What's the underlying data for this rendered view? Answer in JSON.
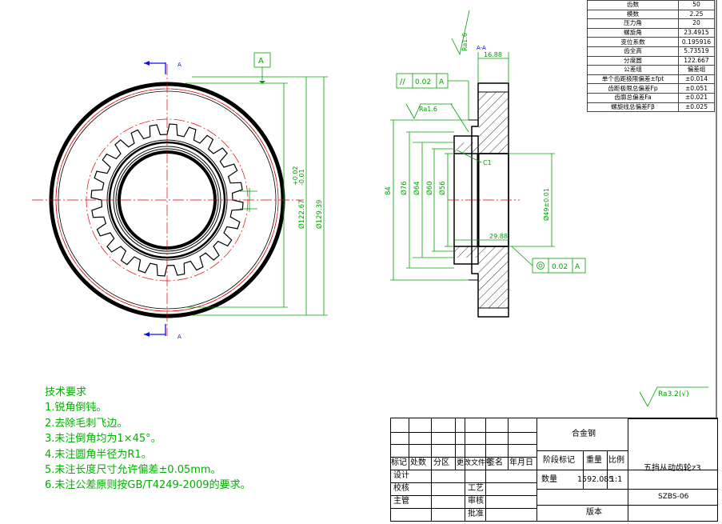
{
  "views": {
    "section_mark": "A",
    "section_title": "A-A",
    "datum_label": "A"
  },
  "dimensions": {
    "front_tol": "+0.02\n-0.01",
    "front_tol_upper": "+0.02",
    "front_tol_lower": "-0.01",
    "front_d1": "Ø122.67",
    "front_d2": "Ø129.39",
    "section_width": "16.88",
    "section_length": "29.88",
    "d84": "84",
    "d76": "Ø76",
    "d64": "Ø64",
    "d60": "Ø60",
    "d56": "Ø56",
    "d49": "Ø49±0.01",
    "chamfer": "C1"
  },
  "surface": {
    "ra_a": "Ra1.6",
    "ra_b": "Ra1.6",
    "ra_general": "Ra3.2(√)"
  },
  "gdt": {
    "parallel_symbol": "//",
    "parallel_value": "0.02",
    "parallel_datum": "A",
    "runout_value": "0.02",
    "runout_datum": "A"
  },
  "params": [
    {
      "name": "齿数",
      "value": "50"
    },
    {
      "name": "模数",
      "value": "2.25"
    },
    {
      "name": "压力角",
      "value": "20"
    },
    {
      "name": "螺旋角",
      "value": "23.4915"
    },
    {
      "name": "变位系数",
      "value": "0.195916"
    },
    {
      "name": "齿全高",
      "value": "5.73519"
    },
    {
      "name": "分度圆",
      "value": "122.667"
    },
    {
      "name": "公差组",
      "value": "偏差组"
    },
    {
      "name": "单个齿距极限偏差±fpt",
      "value": "±0.014"
    },
    {
      "name": "齿距极限总偏差Fp",
      "value": "±0.051"
    },
    {
      "name": "齿廓总偏差Fa",
      "value": "±0.021"
    },
    {
      "name": "螺旋线总偏差Fβ",
      "value": "±0.025"
    }
  ],
  "tech_requirements": {
    "title": "技术要求",
    "items": [
      "1.锐角倒钝。",
      "2.去除毛刺飞边。",
      "3.未注倒角均为1×45°。",
      "4.未注圆角半径为R1。",
      "5.未注长度尺寸允许偏差±0.05mm。",
      "6.未注公差原则按GB/T4249-2009的要求。"
    ]
  },
  "title_block": {
    "material": "合金钢",
    "part_name": "五挡从动齿轮z3",
    "drawing_no": "SZBS-06",
    "weight_value": "1592.085",
    "scale_value": "1:1",
    "labels": {
      "mark": "标记",
      "count": "处数",
      "zone": "分区",
      "change_no": "更改文件号",
      "signature": "签名",
      "date": "年月日",
      "design": "设计",
      "check": "校核",
      "process": "工艺",
      "supervisor": "主管",
      "review": "审核",
      "approve": "批准",
      "stage_mark": "阶段标记",
      "weight": "重量",
      "scale": "比例",
      "quantity": "数量",
      "version": "版本"
    }
  }
}
